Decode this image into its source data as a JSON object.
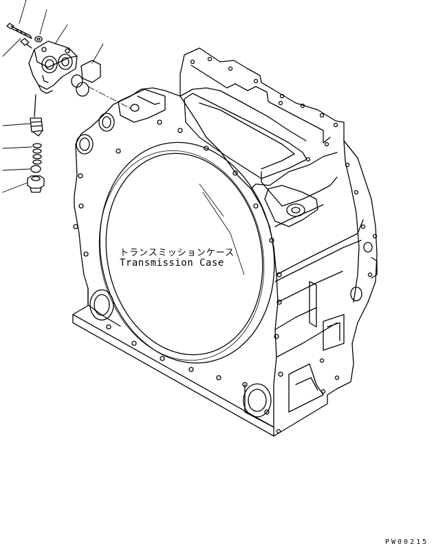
{
  "label": {
    "japanese": "トランスミッションケース",
    "english": "Transmission Case"
  },
  "drawing_ref": "PW00215",
  "colors": {
    "line": "#000000",
    "background": "#ffffff"
  },
  "parts": [
    "transmission-case",
    "bolt",
    "washer",
    "valve-body",
    "gasket",
    "spring",
    "o-ring",
    "plug"
  ]
}
